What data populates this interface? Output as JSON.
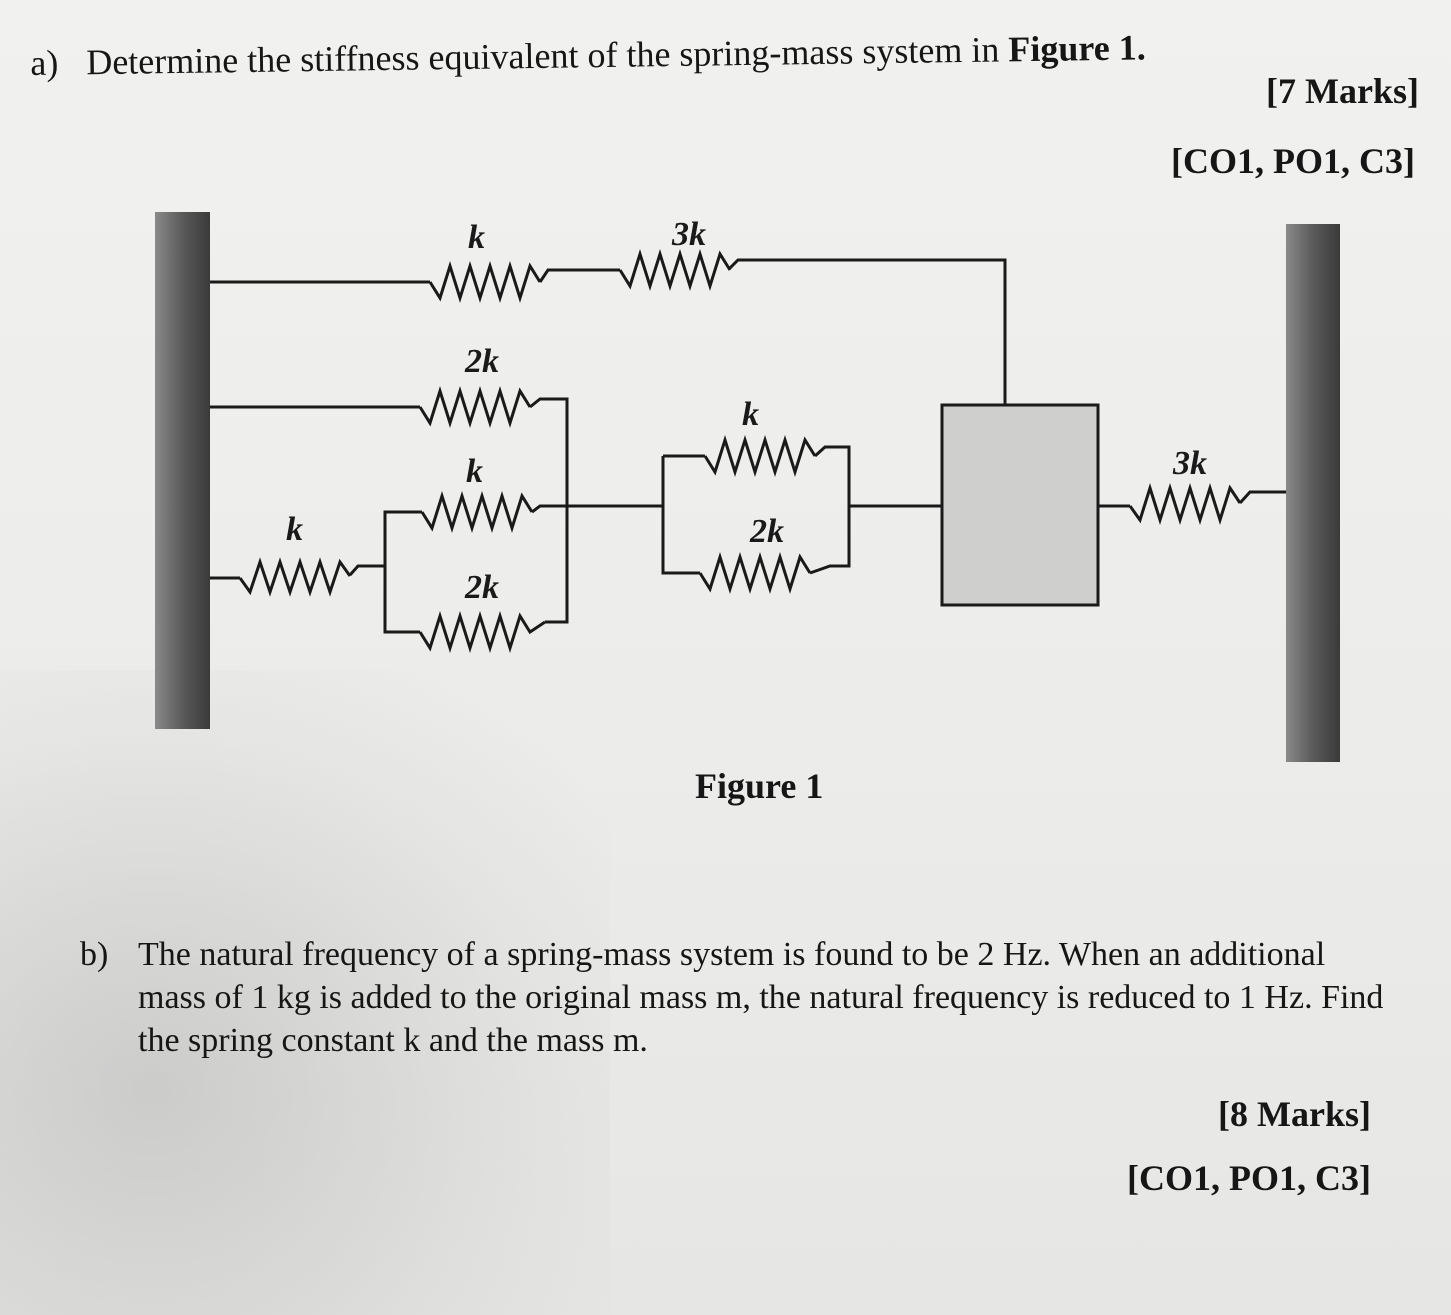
{
  "question_a": {
    "label": "a)",
    "text_before": "Determine the stiffness equivalent of the spring-mass system in",
    "text_bold": "Figure 1.",
    "marks": "[7 Marks]",
    "outcomes": "[CO1, PO1, C3]"
  },
  "figure": {
    "caption": "Figure 1",
    "spring_labels": {
      "top_left": "k",
      "top_right": "3k",
      "upper_2k": "2k",
      "middle_k": "k",
      "far_left_k": "k",
      "lower_2k": "2k",
      "right_group_k": "k",
      "right_group_2k": "2k",
      "right_wall_3k": "3k"
    }
  },
  "question_b": {
    "label": "b)",
    "text": "The natural frequency of a spring-mass system is found to be 2 Hz. When an additional mass of 1 kg is added to the original mass m, the natural frequency is reduced to 1 Hz. Find the spring constant k and the mass m.",
    "marks": "[8 Marks]",
    "outcomes": "[CO1, PO1, C3]"
  }
}
